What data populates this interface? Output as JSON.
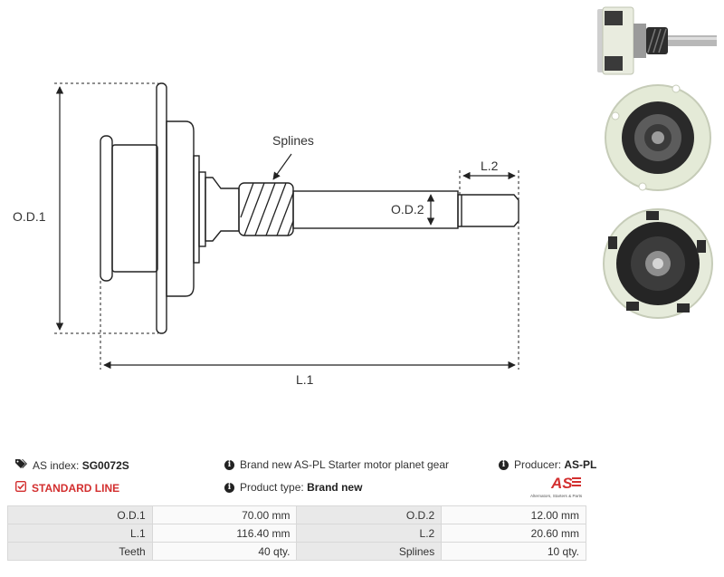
{
  "drawing": {
    "labels": {
      "od1": "O.D.1",
      "od2": "O.D.2",
      "l1": "L.1",
      "l2": "L.2",
      "splines": "Splines"
    }
  },
  "info": {
    "index_label": "AS index:",
    "index_value": "SG0072S",
    "line": "STANDARD LINE",
    "description": "Brand new AS-PL Starter motor planet gear",
    "type_label": "Product type:",
    "type_value": "Brand new",
    "producer_label": "Producer:",
    "producer_value": "AS-PL"
  },
  "logo": {
    "mark": "AS",
    "tagline": "Alternators, Starters & Parts",
    "color": "#d32f2f"
  },
  "specs": [
    {
      "l1": "O.D.1",
      "v1": "70.00 mm",
      "l2": "O.D.2",
      "v2": "12.00 mm"
    },
    {
      "l1": "L.1",
      "v1": "116.40 mm",
      "l2": "L.2",
      "v2": "20.60 mm"
    },
    {
      "l1": "Teeth",
      "v1": "40 qty.",
      "l2": "Splines",
      "v2": "10 qty."
    }
  ]
}
